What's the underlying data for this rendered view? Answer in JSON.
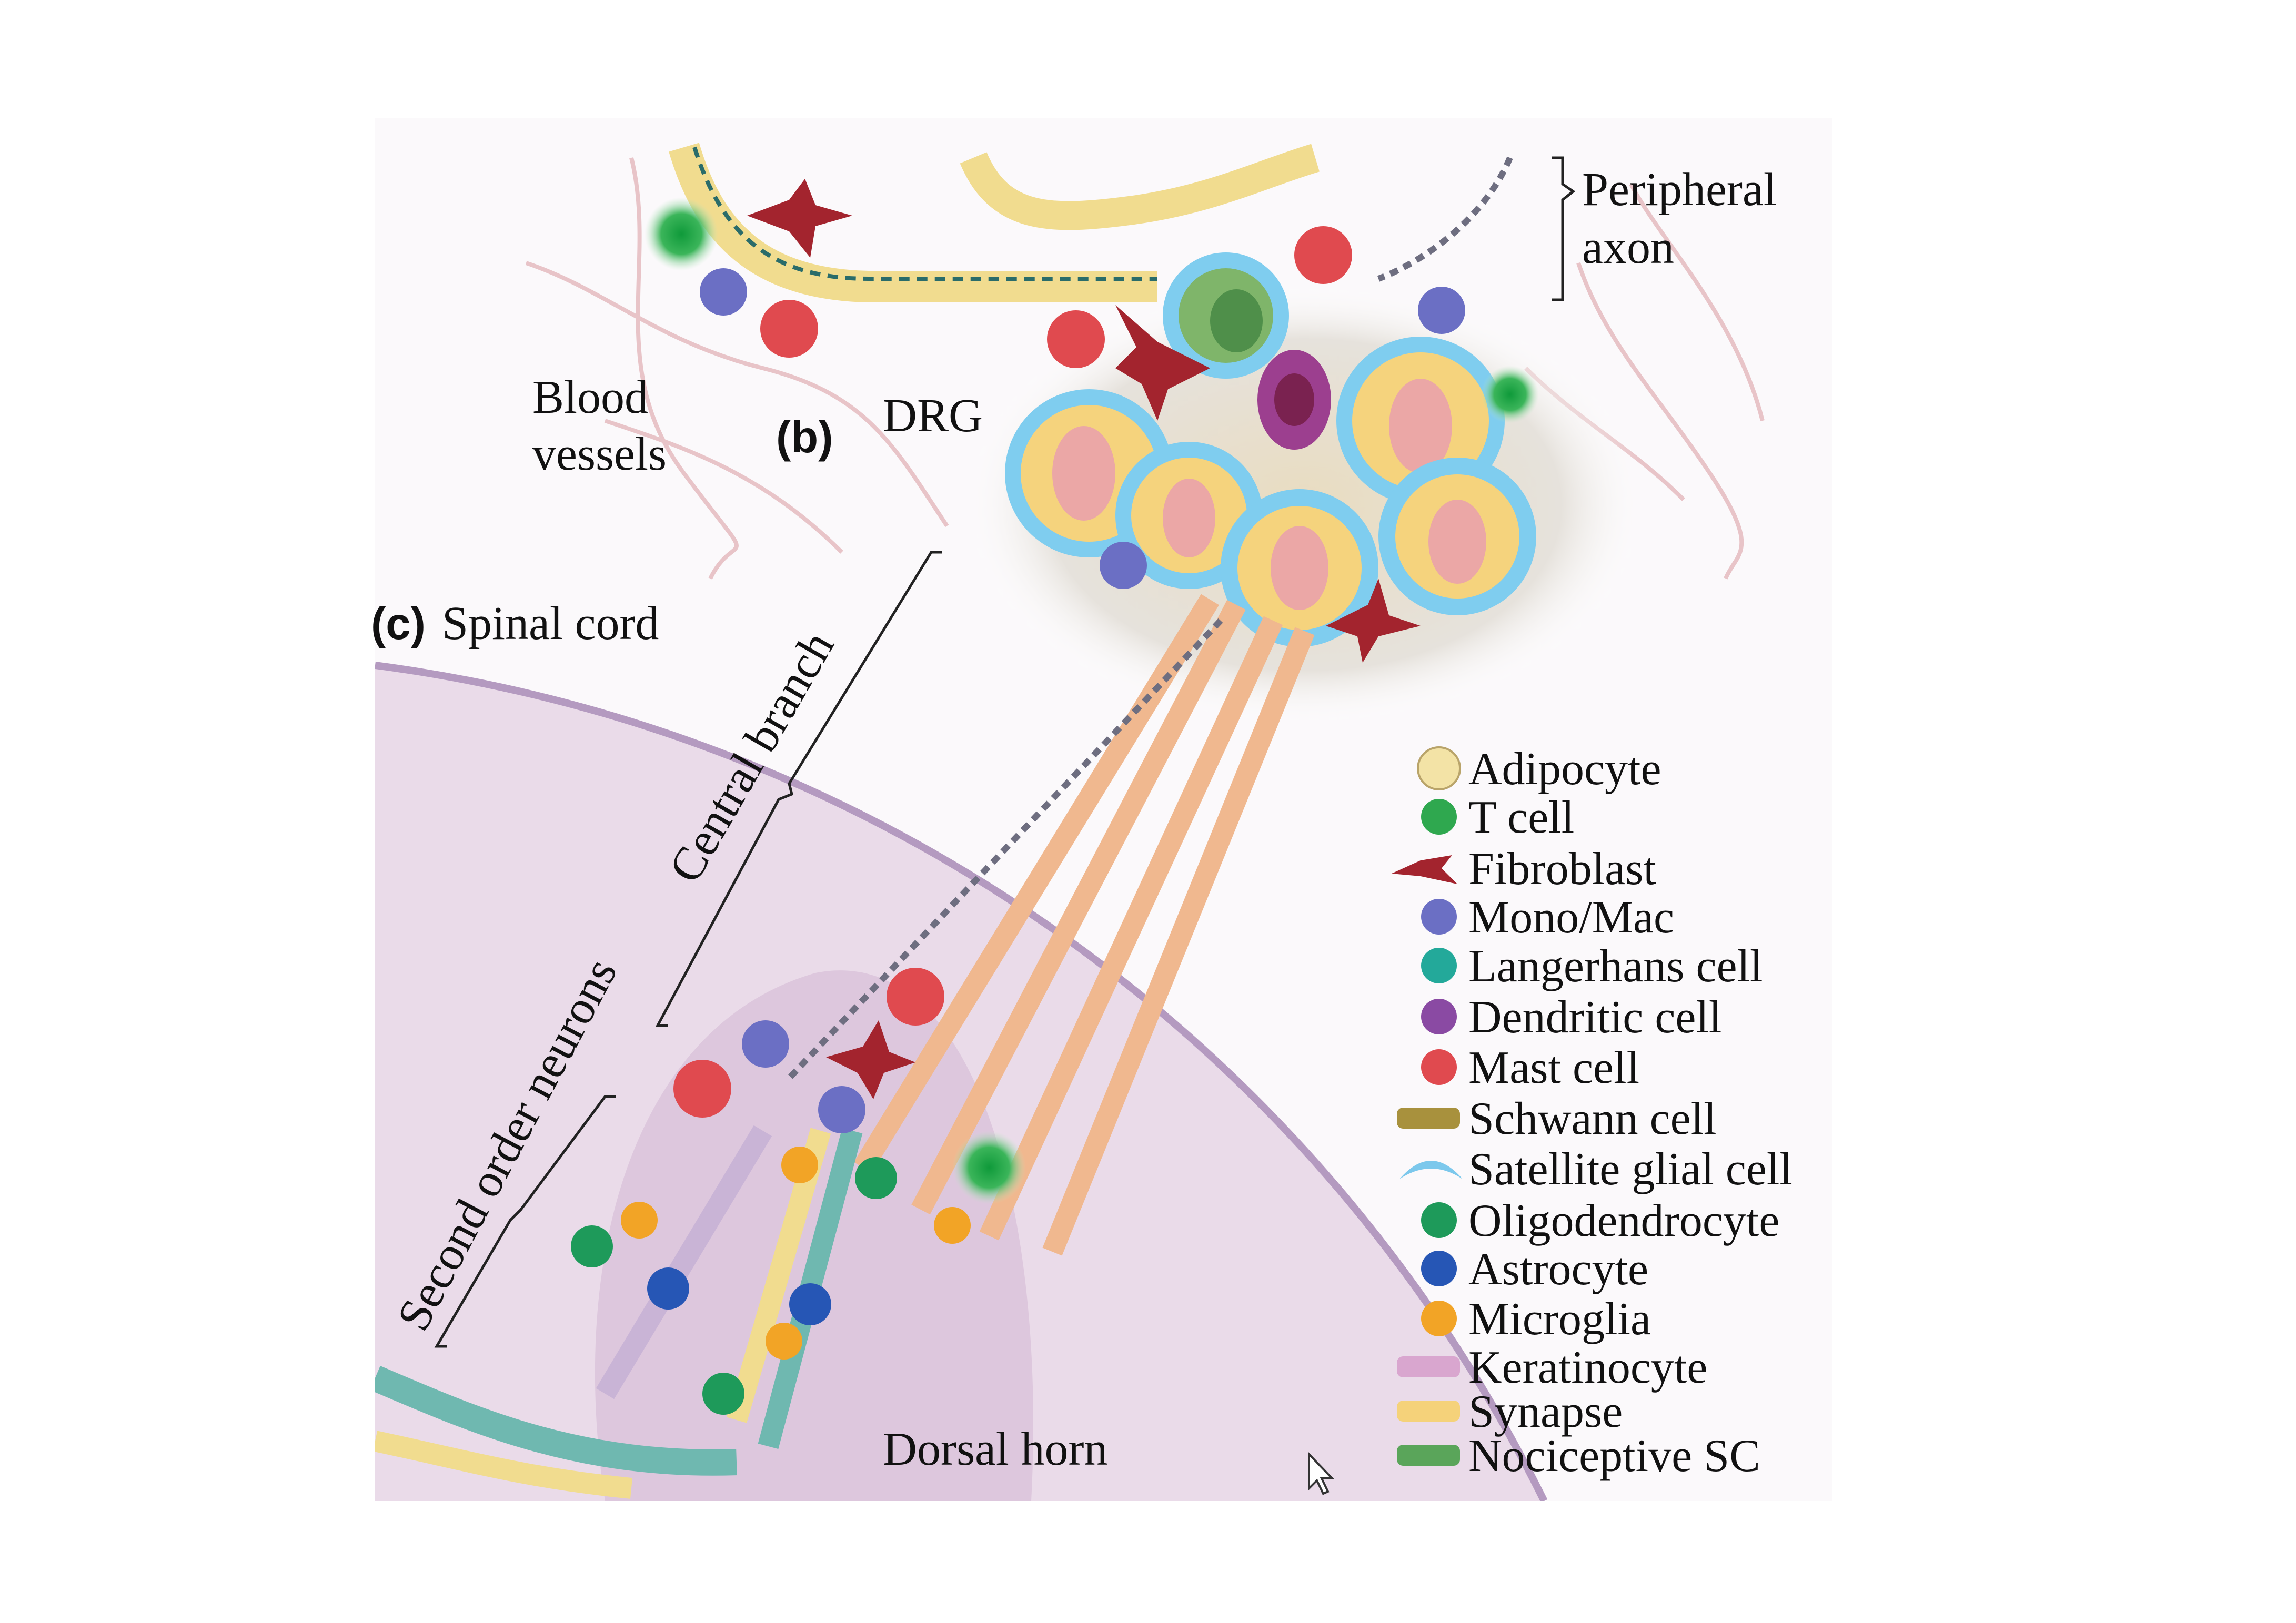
{
  "figure": {
    "labels": {
      "peripheral_axon_1": "Peripheral",
      "peripheral_axon_2": "axon",
      "blood_vessels_1": "Blood",
      "blood_vessels_2": "vessels",
      "panel_b": "(b)",
      "drg": "DRG",
      "panel_c": "(c)",
      "spinal_cord": "Spinal cord",
      "central_branch": "Central branch",
      "second_order_neurons": "Second order neurons",
      "dorsal_horn": "Dorsal horn"
    },
    "legend": [
      {
        "label": "Adipocyte",
        "icon": "adipocyte-icon",
        "color": "#f3e3a6"
      },
      {
        "label": "T cell",
        "icon": "t-cell-icon",
        "color": "#2fa84f"
      },
      {
        "label": "Fibroblast",
        "icon": "fibroblast-icon",
        "color": "#a3242e"
      },
      {
        "label": "Mono/Mac",
        "icon": "mono-mac-icon",
        "color": "#6b6fc4"
      },
      {
        "label": "Langerhans cell",
        "icon": "langerhans-cell-icon",
        "color": "#23a99a"
      },
      {
        "label": "Dendritic cell",
        "icon": "dendritic-cell-icon",
        "color": "#8a4aa3"
      },
      {
        "label": "Mast cell",
        "icon": "mast-cell-icon",
        "color": "#e04a4f"
      },
      {
        "label": "Schwann cell",
        "icon": "schwann-cell-icon",
        "color": "#a8913d"
      },
      {
        "label": "Satellite glial cell",
        "icon": "satellite-glial-cell-icon",
        "color": "#7cc8ec"
      },
      {
        "label": "Oligodendrocyte",
        "icon": "oligodendrocyte-icon",
        "color": "#1e9a5a"
      },
      {
        "label": "Astrocyte",
        "icon": "astrocyte-icon",
        "color": "#2656b5"
      },
      {
        "label": "Microglia",
        "icon": "microglia-icon",
        "color": "#f2a426"
      },
      {
        "label": "Keratinocyte",
        "icon": "keratinocyte-icon",
        "color": "#d9a6cf"
      },
      {
        "label": "Synapse",
        "icon": "synapse-icon",
        "color": "#f5d27a"
      },
      {
        "label": "Nociceptive SC",
        "icon": "nociceptive-sc-icon",
        "color": "#5aa55a"
      }
    ]
  }
}
